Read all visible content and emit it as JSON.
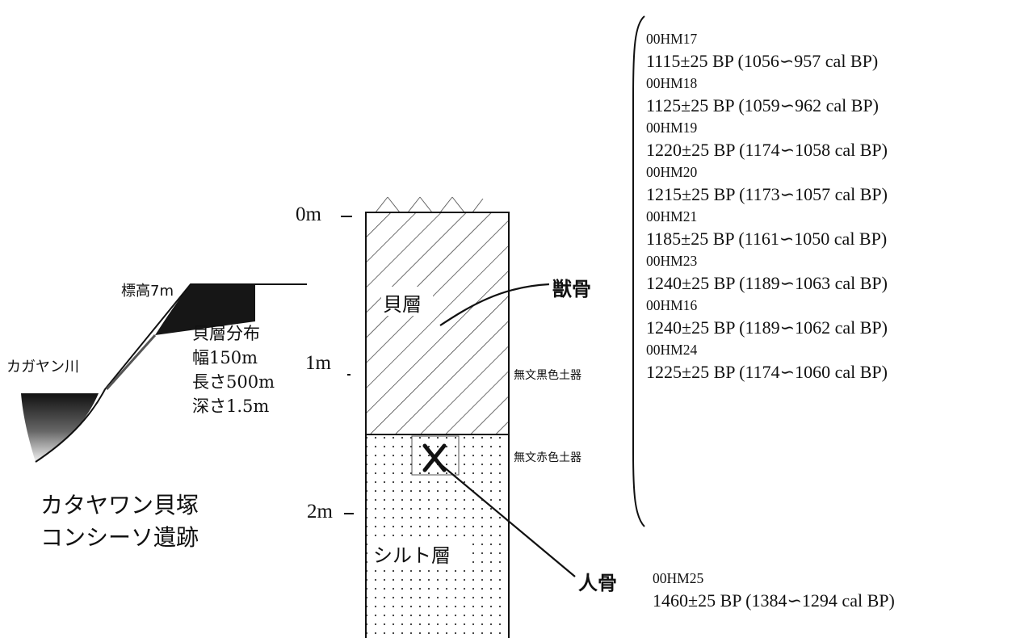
{
  "profile": {
    "elevation_label": "標高7m",
    "river_label": "カガヤン川",
    "shell_distribution": {
      "title": "貝層分布",
      "width": "幅150m",
      "length": "長さ500m",
      "depth": "深さ1.5m"
    },
    "site_name_line1": "カタヤワン貝塚",
    "site_name_line2": "コンシーソ遺跡"
  },
  "depth_scale": [
    "0m",
    "1m",
    "2m"
  ],
  "column": {
    "upper_layer": "貝層",
    "lower_layer": "シルト層",
    "pottery_black": "無文黒色土器",
    "pottery_red": "無文赤色土器",
    "animal_bone": "獣骨",
    "human_bone": "人骨"
  },
  "animal_bone_dates": [
    {
      "code": "00HM17",
      "date": "1115±25 BP (1056∽957 cal BP)"
    },
    {
      "code": "00HM18",
      "date": "1125±25 BP (1059∽962 cal BP)"
    },
    {
      "code": "00HM19",
      "date": "1220±25 BP (1174∽1058 cal BP)"
    },
    {
      "code": "00HM20",
      "date": "1215±25 BP (1173∽1057 cal BP)"
    },
    {
      "code": "00HM21",
      "date": "1185±25 BP (1161∽1050 cal BP)"
    },
    {
      "code": "00HM23",
      "date": "1240±25 BP (1189∽1063 cal BP)"
    },
    {
      "code": "00HM16",
      "date": "1240±25 BP (1189∽1062 cal BP)"
    },
    {
      "code": "00HM24",
      "date": "1225±25 BP (1174∽1060 cal BP)"
    }
  ],
  "human_bone_date": {
    "code": "00HM25",
    "date": "1460±25 BP (1384∽1294 cal BP)"
  },
  "colors": {
    "ink": "#111111",
    "background": "#ffffff"
  }
}
